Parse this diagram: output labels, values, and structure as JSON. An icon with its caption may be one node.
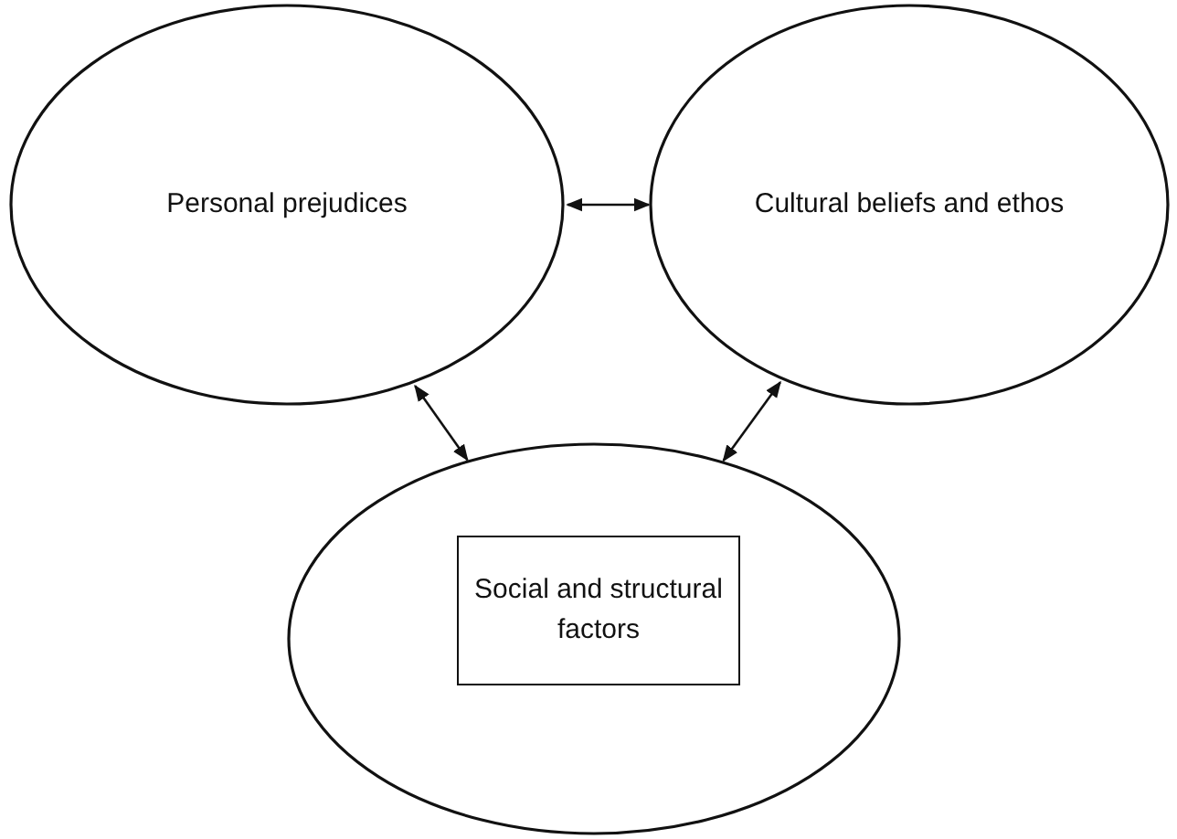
{
  "diagram": {
    "nodes": [
      {
        "text": [
          "Personal prejudices"
        ]
      },
      {
        "text": [
          "Cultural beliefs and ethos"
        ]
      },
      {
        "text": [],
        "shape": "circle"
      },
      {
        "text": [
          "Social and structural factors"
        ],
        "in": 2
      }
    ],
    "edges": [
      {
        "from": 0,
        "to": 1,
        "arrow": "both"
      },
      {
        "from": 0,
        "to": 2,
        "arrow": "both"
      },
      {
        "from": 1,
        "to": 2,
        "arrow": "both"
      }
    ]
  }
}
